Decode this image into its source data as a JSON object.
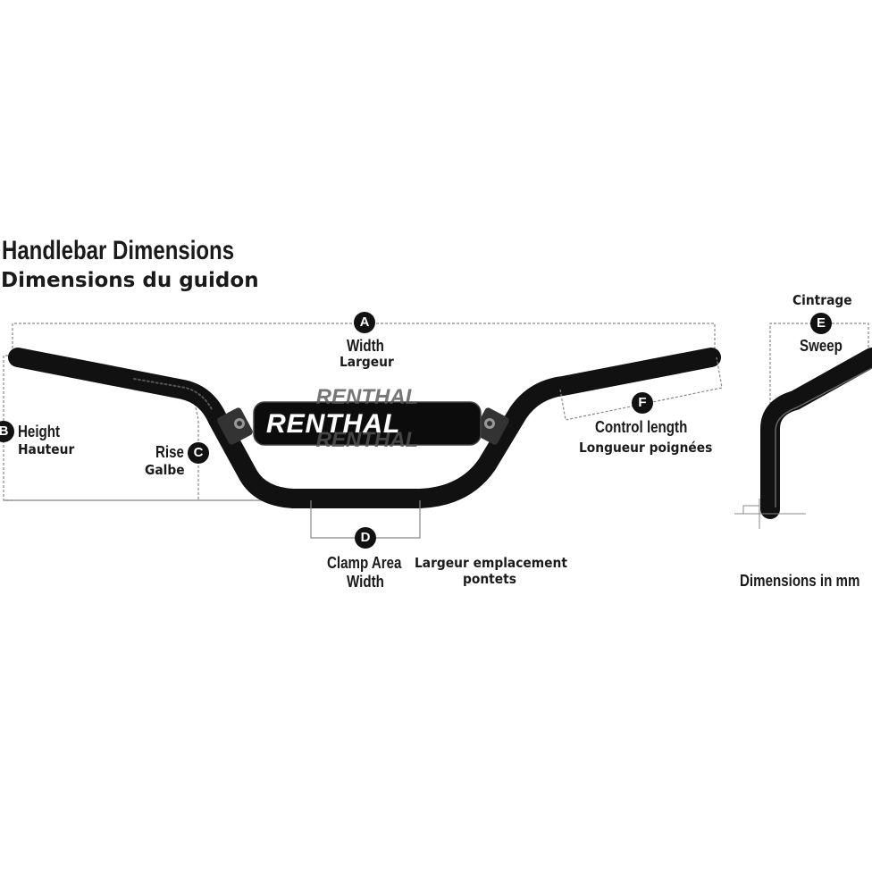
{
  "title": "Handlebar Dimensions",
  "subtitle": "Dimensions du guidon",
  "brand": "RENTHAL",
  "labels": {
    "A": {
      "letter": "A",
      "en": "Width",
      "fr": "Largeur"
    },
    "B": {
      "letter": "B",
      "en": "Height",
      "fr": "Hauteur"
    },
    "C": {
      "letter": "C",
      "en": "Rise",
      "fr": "Galbe"
    },
    "D": {
      "letter": "D",
      "en_line1": "Clamp Area",
      "en_line2": "Width",
      "fr_line1": "Largeur emplacement",
      "fr_line2": "pontets"
    },
    "E": {
      "letter": "E",
      "en": "Sweep",
      "fr": "Cintrage"
    },
    "F": {
      "letter": "F",
      "en": "Control length",
      "fr": "Longueur poignées"
    }
  },
  "units_note": "Dimensions in mm",
  "colors": {
    "bar": "#111111",
    "dim_line": "#888888",
    "badge": "#111111"
  }
}
